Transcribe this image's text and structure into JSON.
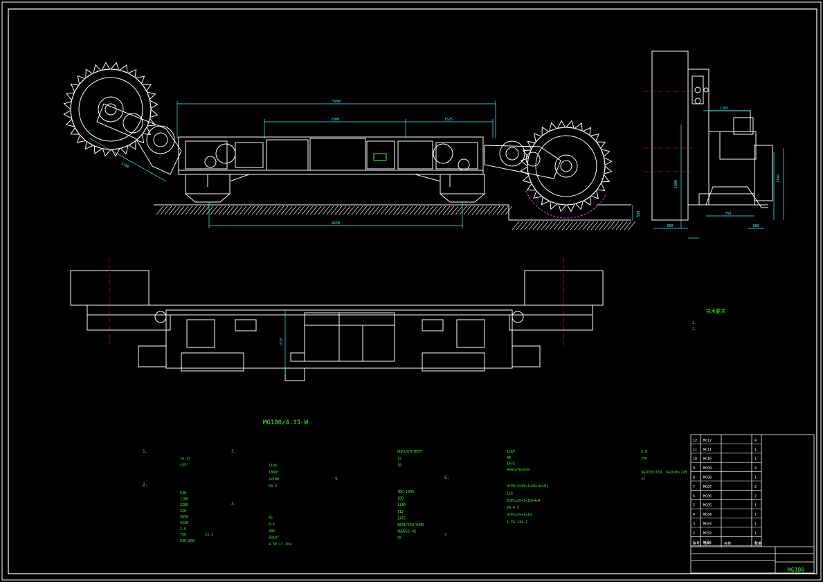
{
  "colors": {
    "background": "#000000",
    "outline": "#ffffff",
    "dimension": "#33ffff",
    "text": "#33ff33",
    "centerline": "#ff2222",
    "cutter_arc": "#ff33ff"
  },
  "drawing": {
    "title": "MG180/4.35-W",
    "drawing_no": "MG180"
  },
  "dimensions": {
    "front_top": "5990",
    "front_mid_left": "2580",
    "front_mid_right": "1525",
    "front_bottom": "4650",
    "front_arm": "1780",
    "front_height": "550",
    "side_top": "1265",
    "side_height_a": "1000",
    "side_height_b": "1140",
    "side_bottom_a": "560",
    "side_bottom_b": "750",
    "side_bottom_c": "300",
    "plan_width": "1515"
  },
  "notes": {
    "title": "技术要求",
    "lines": [
      "1.",
      "2."
    ]
  },
  "specs": {
    "col1": {
      "s1": "1.",
      "s1_rows": [
        [
          "14-32",
          ""
        ],
        [
          "<35°",
          ""
        ],
        [
          "",
          ""
        ]
      ],
      "s2": "2.",
      "s2_rows": [
        [
          "530",
          ""
        ],
        [
          "1180",
          ""
        ],
        [
          "3280",
          ""
        ],
        [
          "320",
          ""
        ],
        [
          "5850",
          ""
        ],
        [
          "4230",
          ""
        ],
        [
          "2.0",
          ""
        ],
        [
          "750",
          "13.1"
        ],
        [
          "630,800",
          ""
        ]
      ]
    },
    "col2": {
      "s3": "3.",
      "s3_rows": [
        [
          "",
          ""
        ],
        [
          "1166",
          ""
        ],
        [
          "1889°",
          ""
        ],
        [
          "2x180",
          ""
        ],
        [
          "58.3",
          ""
        ]
      ],
      "s4": "4.",
      "s4_rows": [
        [
          "",
          ""
        ],
        [
          "45",
          ""
        ],
        [
          "0-6",
          ""
        ],
        [
          "400",
          ""
        ],
        [
          "ZR107",
          ""
        ],
        [
          "4.3P-17-104",
          ""
        ]
      ]
    },
    "col3": {
      "rows_top": [
        [
          "",
          "DDK1028/BEEF"
        ],
        [
          "",
          "12"
        ],
        [
          "",
          "18"
        ]
      ],
      "s5": "5.",
      "rows5": [
        [
          "",
          "YBC-180G"
        ],
        [
          "",
          "180"
        ],
        [
          "",
          "1140"
        ],
        [
          "",
          "112"
        ],
        [
          "",
          "1475"
        ],
        [
          "",
          "6601/550/0485"
        ],
        [
          "",
          "YBBY52-4S"
        ],
        [
          "",
          "75"
        ]
      ]
    },
    "col4": {
      "rows_top": [
        [
          "",
          "11KP"
        ],
        [
          "",
          "40"
        ],
        [
          "",
          "1475"
        ],
        [
          "",
          "950x470x670"
        ]
      ],
      "s6": "6.",
      "rows6": [
        [
          "",
          "UCPO(2x95+1x25+4x10)"
        ],
        [
          "",
          "116"
        ],
        [
          "",
          "ECP1x25+3x10+4x4"
        ],
        [
          "",
          "24.4.5"
        ],
        [
          "",
          "UCP2x35+3x10"
        ],
        [
          "",
          "1.74-134.2"
        ]
      ],
      "s7": "7.",
      "rows7": [
        [
          "",
          ""
        ],
        [
          "",
          ""
        ]
      ]
    },
    "col5": {
      "rows": [
        [
          "",
          "3.8"
        ],
        [
          "",
          "250"
        ],
        [
          "",
          ""
        ],
        [
          "",
          "SGZ630/150, SGZ630/220"
        ],
        [
          "",
          "32"
        ]
      ]
    }
  },
  "bom": {
    "rows": [
      [
        "12",
        "MC12",
        "",
        "4"
      ],
      [
        "11",
        "MC11",
        "",
        "1"
      ],
      [
        "10",
        "MC10",
        "",
        "1"
      ],
      [
        "9",
        "MC09",
        "",
        "4"
      ],
      [
        "8",
        "MC08",
        "",
        "1"
      ],
      [
        "7",
        "MC07",
        "",
        "2"
      ],
      [
        "6",
        "MC06",
        "",
        "2"
      ],
      [
        "5",
        "MC05",
        "",
        "1"
      ],
      [
        "4",
        "MC04",
        "",
        "1"
      ],
      [
        "3",
        "MC03",
        "",
        "1"
      ],
      [
        "2",
        "MC02",
        "",
        "1"
      ],
      [
        "1",
        "MC01",
        "",
        "1"
      ]
    ],
    "header": [
      "序号",
      "代号",
      "名称",
      "数量"
    ]
  }
}
